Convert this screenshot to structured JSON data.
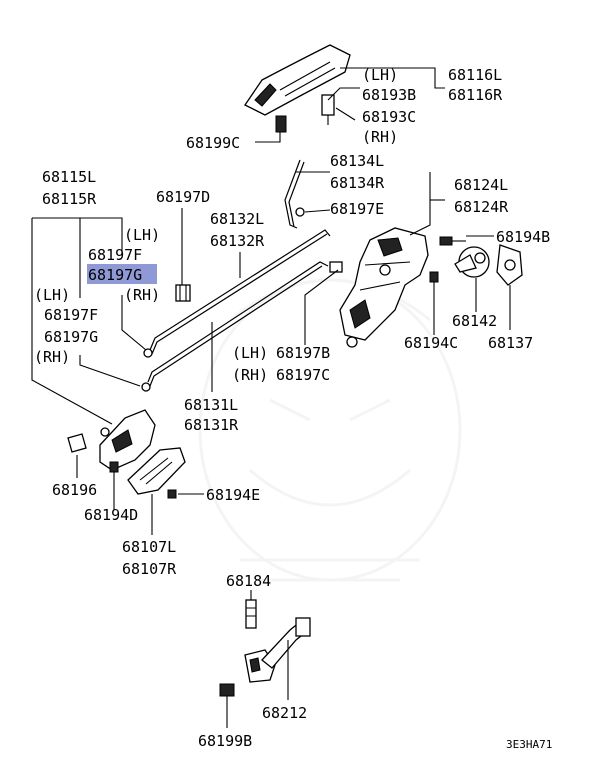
{
  "labels": {
    "lh_68116": "(LH)",
    "p68116L": "68116L",
    "p68116R": "68116R",
    "p68193B": "68193B",
    "p68193C": "68193C",
    "rh_68193": "(RH)",
    "p68199C": "68199C",
    "p68134L": "68134L",
    "p68134R": "68134R",
    "p68124L": "68124L",
    "p68124R": "68124R",
    "p68197E": "68197E",
    "p68115L": "68115L",
    "p68115R": "68115R",
    "p68197D": "68197D",
    "p68132L": "68132L",
    "p68132R": "68132R",
    "p68194B": "68194B",
    "lh_68197F": "(LH)",
    "p68197F_top": "68197F",
    "p68197G_top": "68197G",
    "rh_68197G": "(RH)",
    "lh_left": "(LH)",
    "p68197F_left": "68197F",
    "p68197G_left": "68197G",
    "rh_left": "(RH)",
    "p68142": "68142",
    "p68137": "68137",
    "p68194C": "68194C",
    "lh_68197B": "(LH)",
    "p68197B": "68197B",
    "rh_68197C": "(RH)",
    "p68197C": "68197C",
    "p68131L": "68131L",
    "p68131R": "68131R",
    "p68196": "68196",
    "p68194E": "68194E",
    "p68194D": "68194D",
    "p68107L": "68107L",
    "p68107R": "68107R",
    "p68184": "68184",
    "p68212": "68212",
    "p68199B": "68199B",
    "diagram_code": "3E3HA71"
  }
}
